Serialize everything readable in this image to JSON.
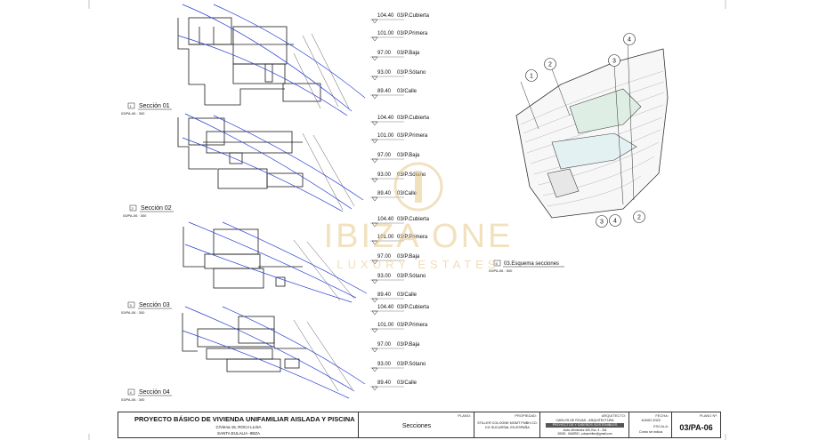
{
  "levels": [
    {
      "value": "104.40",
      "name": "03/P.Cubierta"
    },
    {
      "value": "101.00",
      "name": "03/P.Primera"
    },
    {
      "value": "97.00",
      "name": "03/P.Baja"
    },
    {
      "value": "93.00",
      "name": "03/P.Sótano"
    },
    {
      "value": "89.40",
      "name": "03/Calle"
    }
  ],
  "sections": [
    {
      "num": "1",
      "title": "Sección 01",
      "ref": "03/PA-06 : 300"
    },
    {
      "num": "2",
      "title": "Sección 02",
      "ref": "03/PA-06 : 300"
    },
    {
      "num": "3",
      "title": "Sección 03",
      "ref": "03/PA-06 : 300"
    },
    {
      "num": "4",
      "title": "Sección 04",
      "ref": "03/PA-06 : 300"
    }
  ],
  "scheme": {
    "num": "5",
    "title": "03.Esquema secciones",
    "ref": "03/PA-06 : 500"
  },
  "plan_markers": [
    "1",
    "2",
    "3",
    "4",
    "3",
    "4",
    "2"
  ],
  "watermark": {
    "brand": "IBIZA ONE",
    "tagline": "LUXURY ESTATES"
  },
  "title_block": {
    "project": "PROYECTO BÁSICO DE VIVIENDA UNIFAMILIAR AISLADA Y PISCINA",
    "address1": "C/Viena 15, ROCA LLISA",
    "address2": "SANTA EULALIA -IBIZA",
    "plano_hdr": "PLANO:",
    "plano": "Secciones",
    "prop_hdr": "PROPIEDAD:",
    "prop": "STILLER COLOGNE MGMT FMBH.CO. KG SUCURSAL EN ESPAÑA",
    "arq_hdr": "ARQUITECTO:",
    "arq1": "CARLOS DE ROJAS - ARQUITECTURA",
    "arq_band": "PROYECTOS Y DISEÑOS SOSTENIBLES",
    "arq2": "Avda. Menéndez 450, Esc. 4 - 304",
    "arq3": "28000 - MADRID - pdsarchitec@gmail.com",
    "fecha_hdr": "FECHA:",
    "fecha": "JUNIO 2022",
    "escala_hdr": "ESCALA:",
    "escala": "Como se indica",
    "plano_no_hdr": "PLANO Nº:",
    "plano_no": "03/PA-06"
  }
}
